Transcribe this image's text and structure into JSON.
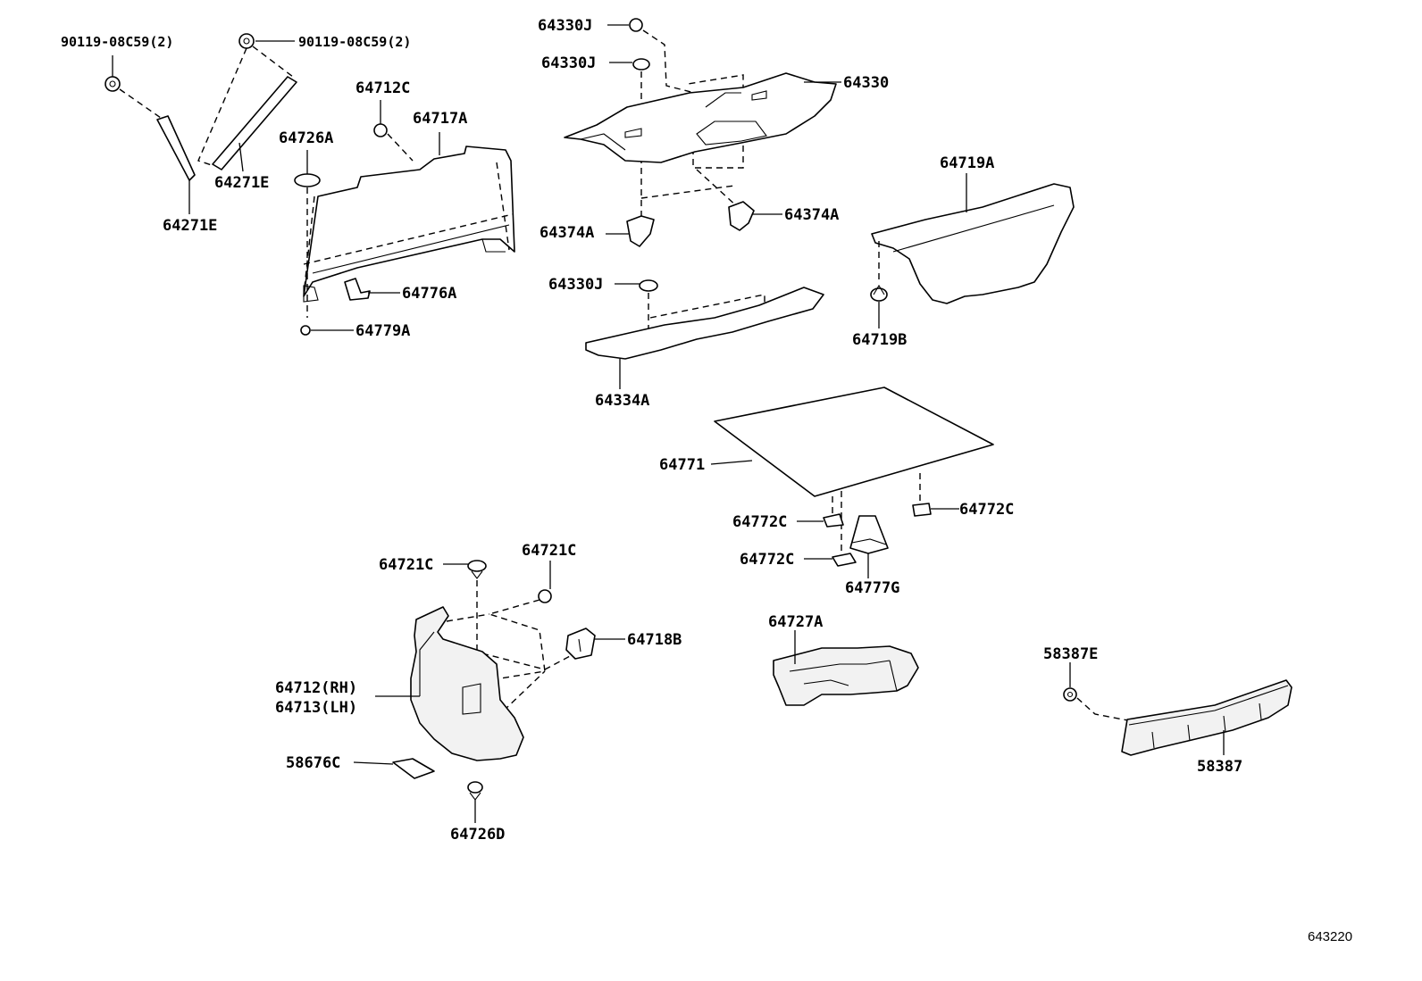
{
  "labels": {
    "l_90119_left": "90119-08C59(2)",
    "l_90119_right": "90119-08C59(2)",
    "l_64271E_upper": "64271E",
    "l_64271E_lower": "64271E",
    "l_64712C": "64712C",
    "l_64717A": "64717A",
    "l_64726A": "64726A",
    "l_64776A": "64776A",
    "l_64779A": "64779A",
    "l_64330J_a": "64330J",
    "l_64330J_b": "64330J",
    "l_64330J_c": "64330J",
    "l_64330": "64330",
    "l_64374A_left": "64374A",
    "l_64374A_right": "64374A",
    "l_64334A": "64334A",
    "l_64719A": "64719A",
    "l_64719B": "64719B",
    "l_64771": "64771",
    "l_64772C_a": "64772C",
    "l_64772C_b": "64772C",
    "l_64772C_c": "64772C",
    "l_64777G": "64777G",
    "l_64721C_left": "64721C",
    "l_64721C_right": "64721C",
    "l_64718B": "64718B",
    "l_64712_rh": "64712(RH)",
    "l_64713_lh": "64713(LH)",
    "l_58676C": "58676C",
    "l_64726D": "64726D",
    "l_64727A": "64727A",
    "l_58387E": "58387E",
    "l_58387": "58387"
  },
  "figure_code": "643220"
}
